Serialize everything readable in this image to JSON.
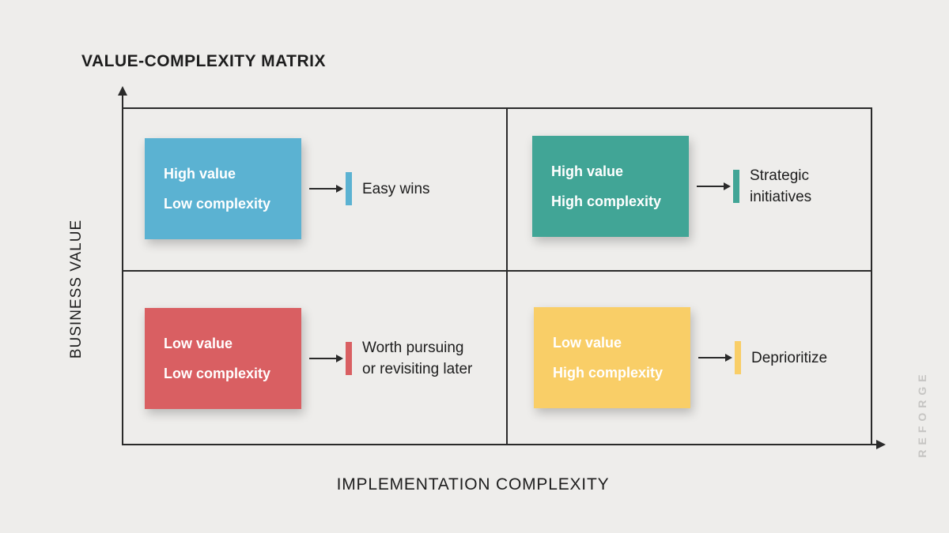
{
  "title": "VALUE-COMPLEXITY MATRIX",
  "axes": {
    "y_label": "BUSINESS VALUE",
    "x_label": "IMPLEMENTATION COMPLEXITY"
  },
  "watermark": "REFORGE",
  "colors": {
    "background": "#EEEDEB",
    "line": "#2a2a2a",
    "text": "#1d1d1d",
    "watermark": "#c6c5c3"
  },
  "quadrants": [
    {
      "position": "top-left",
      "color": "#5BB2D2",
      "box_lines": [
        "High value",
        "Low complexity"
      ],
      "label_lines": [
        "Easy wins"
      ]
    },
    {
      "position": "top-right",
      "color": "#41A596",
      "box_lines": [
        "High value",
        "High complexity"
      ],
      "label_lines": [
        "Strategic",
        "initiatives"
      ]
    },
    {
      "position": "bottom-left",
      "color": "#D95F62",
      "box_lines": [
        "Low value",
        "Low complexity"
      ],
      "label_lines": [
        "Worth pursuing",
        "or revisiting later"
      ]
    },
    {
      "position": "bottom-right",
      "color": "#F9CE67",
      "box_lines": [
        "Low value",
        "High complexity"
      ],
      "label_lines": [
        "Deprioritize"
      ]
    }
  ]
}
